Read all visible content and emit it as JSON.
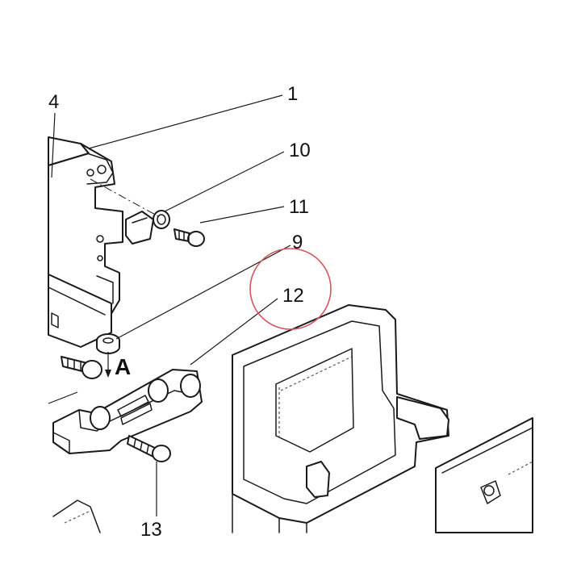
{
  "diagram": {
    "callouts": [
      {
        "id": "1",
        "label": "1"
      },
      {
        "id": "4",
        "label": "4"
      },
      {
        "id": "9",
        "label": "9"
      },
      {
        "id": "10",
        "label": "10"
      },
      {
        "id": "11",
        "label": "11"
      },
      {
        "id": "12",
        "label": "12"
      },
      {
        "id": "13",
        "label": "13"
      }
    ],
    "view_marker": "A",
    "highlighted_callout": "12",
    "highlight_color": "#d9535f",
    "line_color": "#1a1a1a"
  }
}
